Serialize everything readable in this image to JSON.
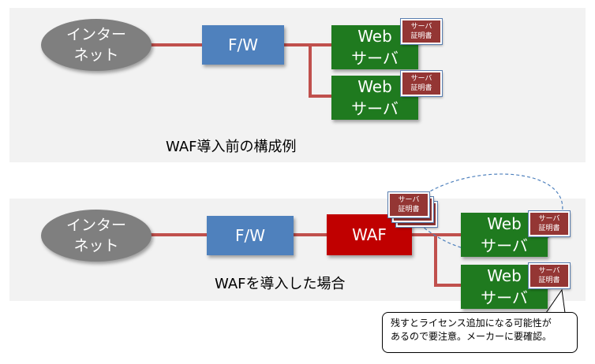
{
  "internet": {
    "label": "インター\nネット"
  },
  "firewall": {
    "label": "F/W"
  },
  "waf": {
    "label": "WAF"
  },
  "web_server": {
    "label": "Web\nサーバ"
  },
  "certificate": {
    "label": "サーバ\n証明書"
  },
  "captions": {
    "before": "WAF導入前の構成例",
    "after": "WAFを導入した場合"
  },
  "callout": {
    "lines": [
      "残すとライセンス追加になる可能性が",
      "あるので要注意。メーカーに要確認。"
    ]
  },
  "colors": {
    "connector": "#c0504d",
    "firewall": "#4f81bd",
    "waf": "#c00000",
    "web_server": "#1f7a1f",
    "certificate": "#943634",
    "internet": "#7f7f7f",
    "move_arrow": "#4f81bd"
  }
}
